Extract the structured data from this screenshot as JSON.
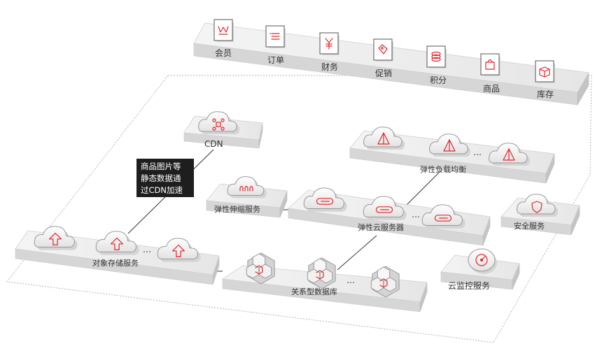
{
  "colors": {
    "accent": "#e3262b",
    "platform": "#e9e9e9",
    "callout_bg": "#1e1e1e"
  },
  "business_modules": [
    {
      "label": "会员",
      "icon": "crown-icon"
    },
    {
      "label": "订单",
      "icon": "list-icon"
    },
    {
      "label": "财务",
      "icon": "yuan-icon"
    },
    {
      "label": "促销",
      "icon": "tag-icon"
    },
    {
      "label": "积分",
      "icon": "coin-stack-icon"
    },
    {
      "label": "商品",
      "icon": "shopping-bag-icon"
    },
    {
      "label": "库存",
      "icon": "box-icon"
    }
  ],
  "services": {
    "cdn": "CDN",
    "elastic_scaling": "弹性伸缩服务",
    "load_balancer": "弹性负载均衡",
    "ecs": "弹性云服务器",
    "security": "安全服务",
    "object_storage": "对象存储服务",
    "rds": "关系型数据库",
    "monitoring": "云监控服务"
  },
  "callout_lines": [
    "商品图片等",
    "静态数据通",
    "过CDN加速"
  ],
  "ellipsis": "…"
}
